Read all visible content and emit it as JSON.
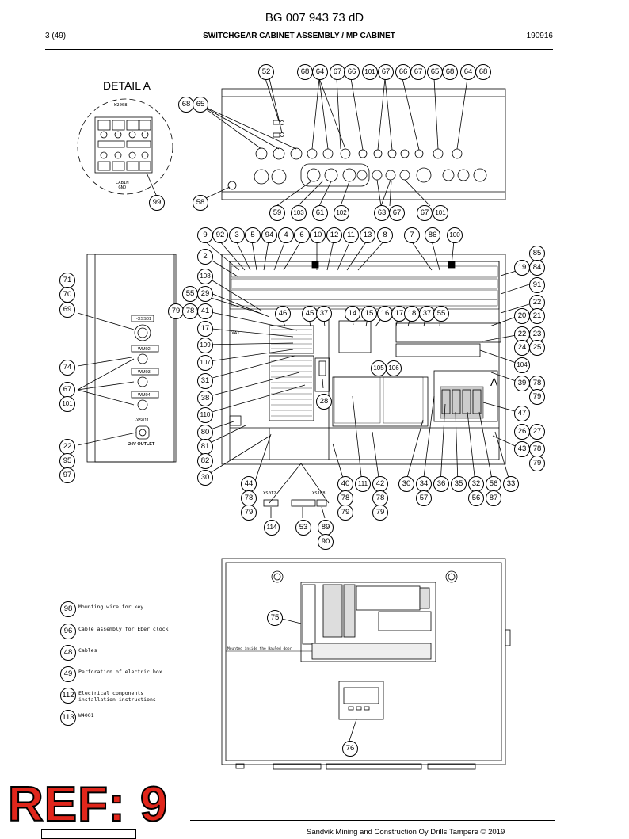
{
  "header": {
    "doc_code": "BG 007 943 73 dD",
    "page": "3 (49)",
    "title": "SWITCHGEAR CABINET ASSEMBLY / MP CABINET",
    "date": "190916"
  },
  "detail": {
    "title": "DETAIL A",
    "top_label": "W2008",
    "bottom_label": "CABIN\nGND"
  },
  "door": {
    "label_xss01": "-XSS01",
    "label_wm02": "-WM02",
    "label_wm03": "-WM03",
    "label_wm04": "-WM04",
    "label_xs011": "-XS011",
    "label_outlet": "24V OUTLET"
  },
  "inner_labels": {
    "xa1": "XA1",
    "xs012": "XS012",
    "xs108": "XS108",
    "mounted": "Mounted inside the Hauled door"
  },
  "bubbles_top": [
    "52",
    "68",
    "64",
    "67",
    "66",
    "101",
    "67",
    "66",
    "67",
    "65",
    "68",
    "64",
    "68",
    "68",
    "65",
    "58",
    "59",
    "103",
    "61",
    "102",
    "63",
    "67",
    "67",
    "101",
    "99"
  ],
  "bubbles_middle": [
    "9",
    "92",
    "3",
    "5",
    "94",
    "4",
    "6",
    "10",
    "12",
    "11",
    "13",
    "8",
    "7",
    "86",
    "100",
    "85",
    "2",
    "19",
    "84",
    "71",
    "108",
    "91",
    "70",
    "55",
    "29",
    "22",
    "69",
    "79",
    "78",
    "41",
    "46",
    "45",
    "37",
    "14",
    "15",
    "16",
    "17",
    "18",
    "37",
    "55",
    "20",
    "21",
    "22",
    "23",
    "24",
    "25",
    "17",
    "109",
    "107",
    "105",
    "106",
    "104",
    "74",
    "39",
    "78",
    "79",
    "31",
    "38",
    "28",
    "67",
    "101",
    "110",
    "47",
    "80",
    "26",
    "27",
    "81",
    "22",
    "43",
    "78",
    "95",
    "82",
    "79",
    "97",
    "30",
    "44",
    "40",
    "111",
    "42",
    "30",
    "34",
    "36",
    "35",
    "32",
    "56",
    "33",
    "78",
    "78",
    "78",
    "57",
    "56",
    "87",
    "79",
    "79",
    "79",
    "114",
    "53",
    "89",
    "90"
  ],
  "bubble_A": "A",
  "legend": [
    {
      "num": "98",
      "text": "Mounting wire for key"
    },
    {
      "num": "96",
      "text": "Cable assembly for Eber clock"
    },
    {
      "num": "48",
      "text": "Cables"
    },
    {
      "num": "49",
      "text": "Perforation of electric box"
    },
    {
      "num": "112",
      "text": "Electrical components\ninstallation instructions"
    },
    {
      "num": "113",
      "text": "W4001"
    }
  ],
  "bottom_bubbles": [
    "75",
    "76"
  ],
  "ref_stamp": "REF: 9",
  "footer": "Sandvik Mining and Construction Oy Drills Tampere © 2019"
}
